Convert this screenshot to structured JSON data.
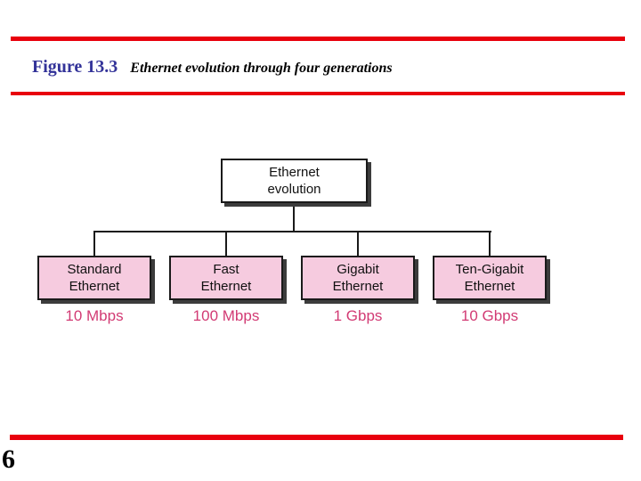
{
  "header": {
    "figure_label": "Figure 13.3",
    "caption": "Ethernet evolution through four generations"
  },
  "diagram": {
    "root_label": "Ethernet\nevolution",
    "generations": [
      {
        "name": "Standard\nEthernet",
        "speed": "10 Mbps"
      },
      {
        "name": "Fast\nEthernet",
        "speed": "100 Mbps"
      },
      {
        "name": "Gigabit\nEthernet",
        "speed": "1 Gbps"
      },
      {
        "name": "Ten-Gigabit\nEthernet",
        "speed": "10 Gbps"
      }
    ]
  },
  "footer": {
    "page_number": "6"
  },
  "colors": {
    "accent_red": "#e8000d",
    "figure_label_blue": "#333399",
    "node_fill_pink": "#f6cbdf",
    "speed_text_pink": "#d23b74",
    "line_black": "#1a1a1a",
    "shadow_gray": "#3c3c3c"
  }
}
